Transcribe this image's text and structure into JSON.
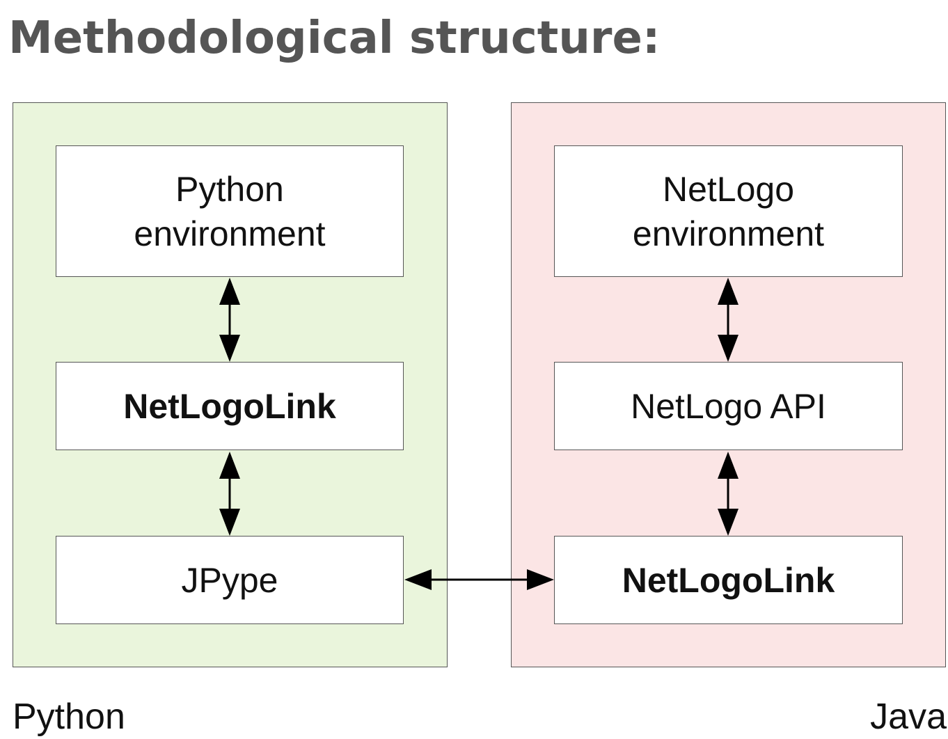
{
  "title": "Methodological structure:",
  "colors": {
    "python_panel": "#eaf5dc",
    "java_panel": "#fbe5e5",
    "border": "#555555",
    "arrow": "#000000"
  },
  "panels": {
    "python": {
      "footer_label": "Python",
      "boxes": [
        {
          "label": "Python\nenvironment",
          "bold": false
        },
        {
          "label": "NetLogoLink",
          "bold": true
        },
        {
          "label": "JPype",
          "bold": false
        }
      ]
    },
    "java": {
      "footer_label": "Java",
      "boxes": [
        {
          "label": "NetLogo\nenvironment",
          "bold": false
        },
        {
          "label": "NetLogo API",
          "bold": false
        },
        {
          "label": "NetLogoLink",
          "bold": true
        }
      ]
    }
  },
  "connections": [
    {
      "from": "Python environment",
      "to": "NetLogoLink (Python)",
      "type": "bidirectional"
    },
    {
      "from": "NetLogoLink (Python)",
      "to": "JPype",
      "type": "bidirectional"
    },
    {
      "from": "NetLogo environment",
      "to": "NetLogo API",
      "type": "bidirectional"
    },
    {
      "from": "NetLogo API",
      "to": "NetLogoLink (Java)",
      "type": "bidirectional"
    },
    {
      "from": "JPype",
      "to": "NetLogoLink (Java)",
      "type": "bidirectional"
    }
  ]
}
